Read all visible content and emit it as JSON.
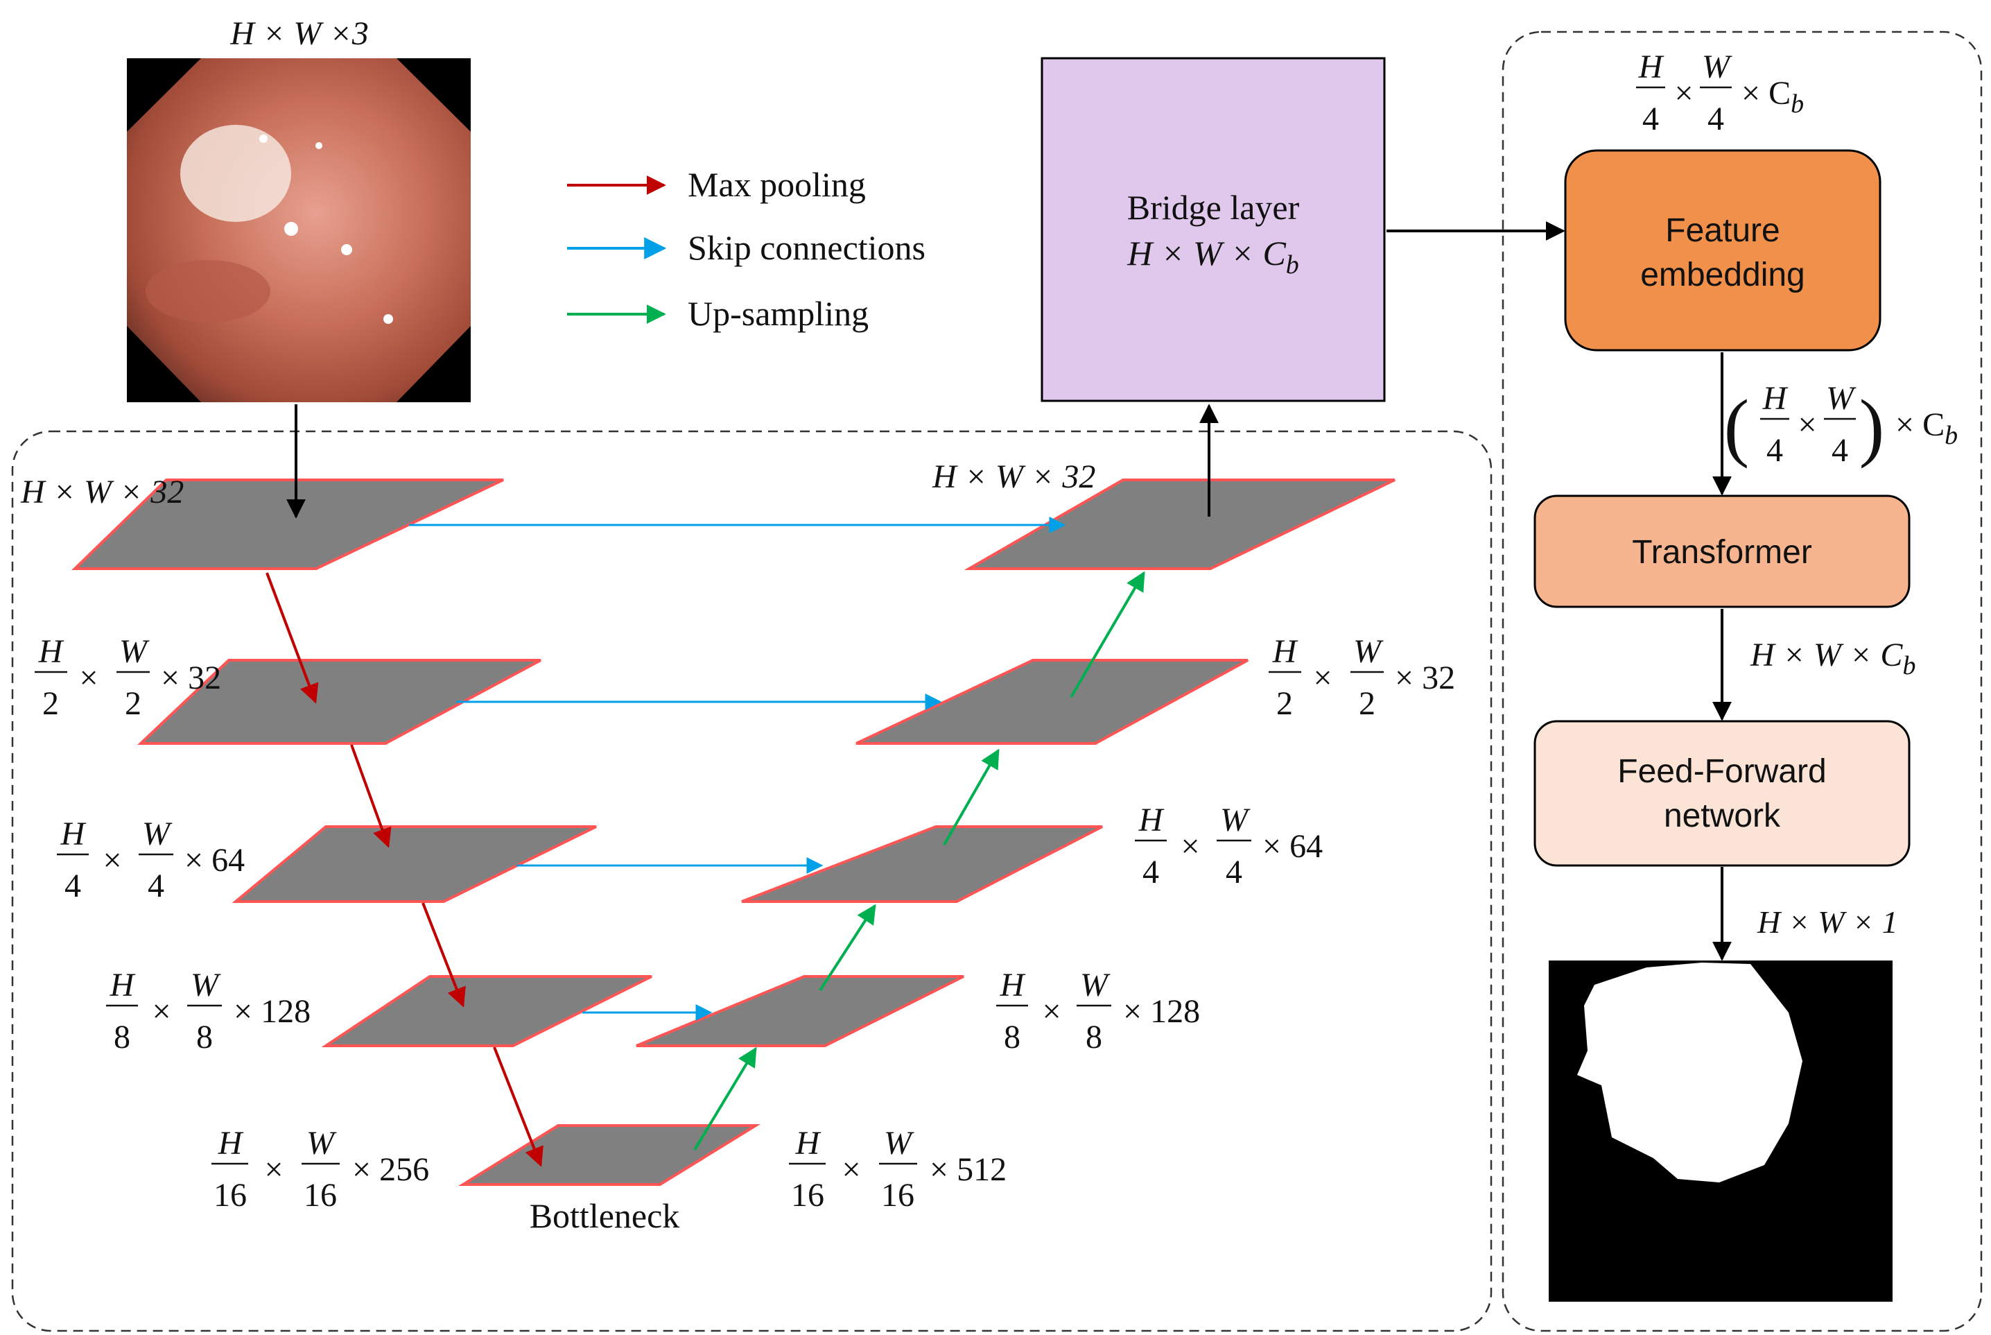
{
  "legend": {
    "max_pooling": "Max pooling",
    "skip_connections": "Skip connections",
    "up_sampling": "Up-sampling"
  },
  "input_image": {
    "label_prefix": "H × W ×3"
  },
  "encoder": {
    "l1": "H × W × 32",
    "l2_tail": "× 32",
    "l3_tail": "× 64",
    "l4_tail": "× 128",
    "l5_tail": "× 256"
  },
  "decoder": {
    "l1": "H × W × 32",
    "l2_tail": "× 32",
    "l3_tail": "× 64",
    "l4_tail": "× 128",
    "l5_tail": "× 512"
  },
  "fractions": {
    "h": "H",
    "w": "W",
    "d2": "2",
    "d4": "4",
    "d8": "8",
    "d16": "16",
    "times": "×"
  },
  "bottleneck": "Bottleneck",
  "bridge": {
    "line1": "Bridge layer",
    "line2": "H × W × C",
    "sub": "b"
  },
  "right_panel": {
    "top_tail": "× C",
    "top_sub": "b",
    "feature_embedding_1": "Feature",
    "feature_embedding_2": "embedding",
    "paren_tail": "× C",
    "paren_sub": "b",
    "transformer": "Transformer",
    "mid_dim": "H × W × C",
    "mid_sub": "b",
    "ffn_1": "Feed-Forward",
    "ffn_2": "network",
    "out_dim": "H × W × 1"
  },
  "colors": {
    "max_pool": "#c00000",
    "skip": "#00a0e8",
    "upsample": "#00b050",
    "layer_fill": "#808080",
    "layer_stroke": "#ff5555",
    "bridge_fill": "#e0c8ec",
    "feature_fill": "#f0904a",
    "transformer_fill": "#f7b58f",
    "ffn_fill": "#fbe3d6"
  }
}
